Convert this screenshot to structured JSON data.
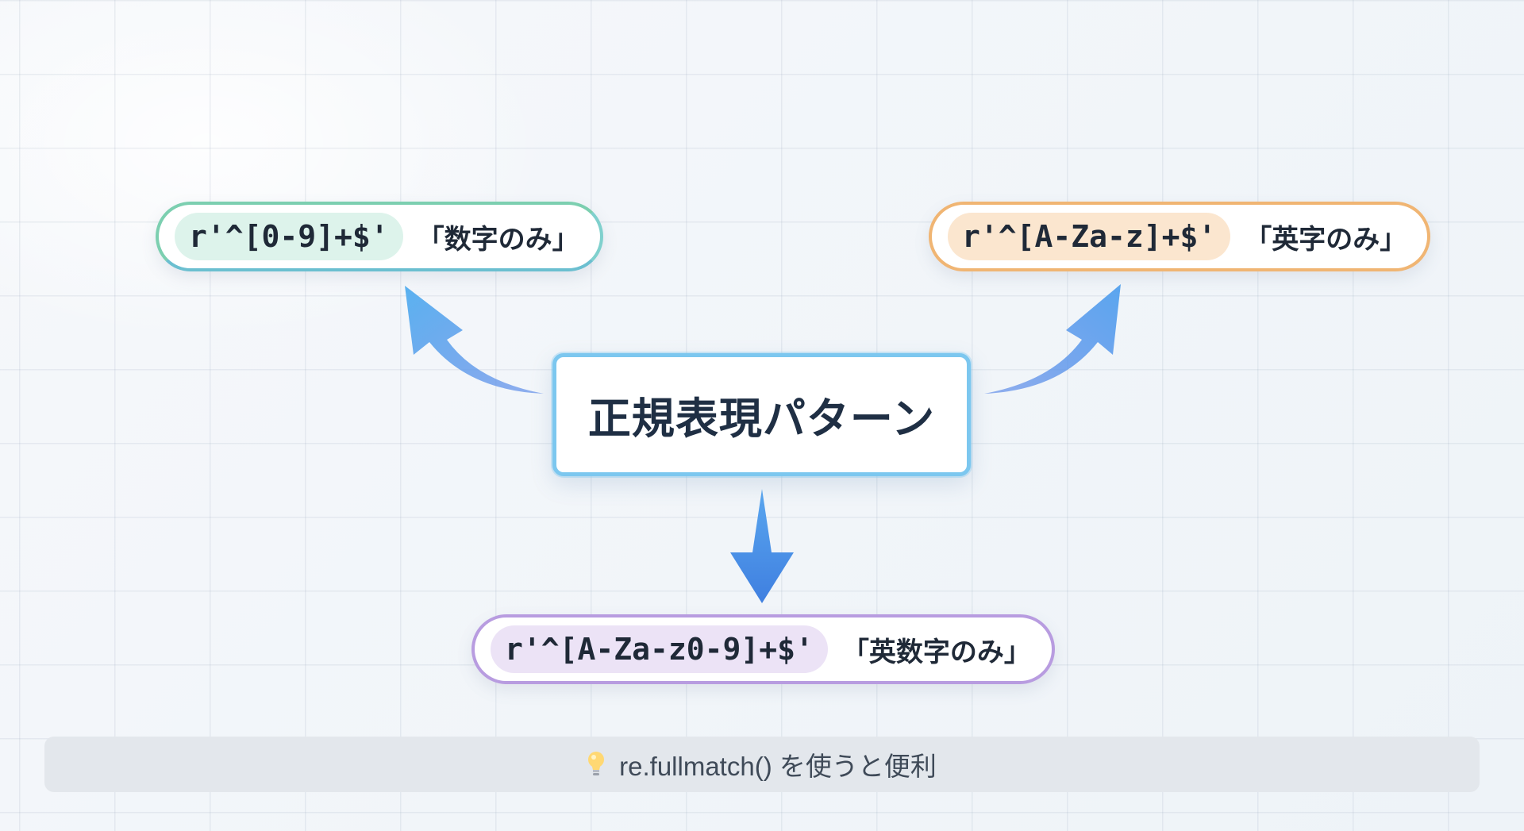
{
  "center": {
    "title": "正規表現パターン"
  },
  "patterns": [
    {
      "code": "r'^[0-9]+$'",
      "label": "「数字のみ」",
      "accent": "#6cc9a2"
    },
    {
      "code": "r'^[A-Za-z]+$'",
      "label": "「英字のみ」",
      "accent": "#f0b573"
    },
    {
      "code": "r'^[A-Za-z0-9]+$'",
      "label": "「英数字のみ」",
      "accent": "#b89ce0"
    }
  ],
  "tip": {
    "icon": "lightbulb-icon",
    "text": "re.fullmatch() を使うと便利"
  },
  "colors": {
    "arrow": "#4f93ea",
    "center_border": "#7cc7ef"
  }
}
